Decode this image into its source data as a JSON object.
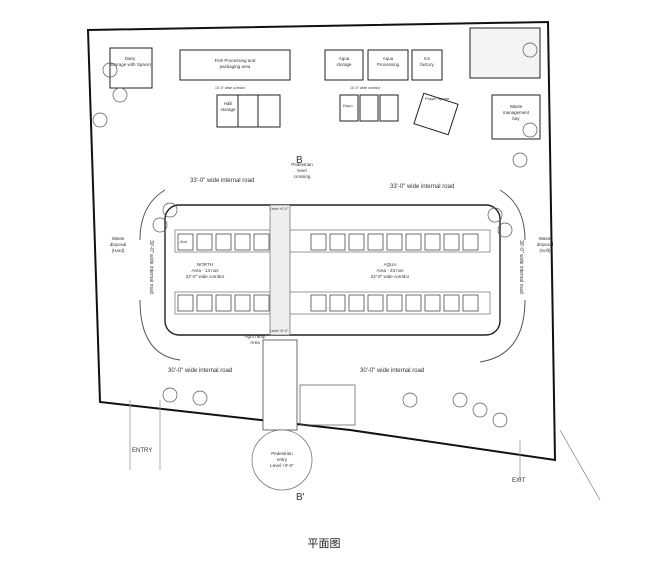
{
  "caption": "平面图",
  "section_marker": "B",
  "section_marker_bottom": "B'",
  "roads": {
    "top_left": "33'-0\" wide internal road",
    "top_right": "33'-0\" wide internal road",
    "bottom_left": "30'-0\" wide internal road",
    "bottom_right": "30'-0\" wide internal road",
    "left_vertical": "30'-0\" wide internal road",
    "right_vertical": "30'-0\" wide internal road"
  },
  "labels": {
    "entry": "ENTRY",
    "exit": "EXIT",
    "pedestrian_crossing": [
      "Pedestrian",
      "level",
      "crossing"
    ],
    "pedestrian_entry": [
      "Pedestrian",
      "entry",
      "Level +0'-0\""
    ],
    "waste_left": [
      "Waste",
      "disposal",
      "(Hard)"
    ],
    "waste_right": [
      "Waste",
      "disposal",
      "(Soft)"
    ],
    "north_block": [
      "NORTH",
      "Area - 13 nos",
      "22'-0\" wide corridor"
    ],
    "aqua_block": [
      "AQUA",
      "Area - 23 nos",
      "22'-0\" wide corridor"
    ],
    "stall_label": "Arct",
    "dairy": [
      "Dairy",
      "(Storage with Space)"
    ],
    "fish_processing": [
      "Fish Processing and",
      "packaging area"
    ],
    "aqua_storage": [
      "Aqua",
      "storage"
    ],
    "aqua_processing": [
      "Aqua",
      "Processing"
    ],
    "ice_factory": [
      "Ice",
      "factory"
    ],
    "wholesale_storage": [
      "Halli",
      "storage"
    ],
    "depo": "Depo",
    "prayer_space": "Prayer Space",
    "waste_management": [
      "Waste",
      "management",
      "bay"
    ],
    "level_top": "Level +0'-0\"",
    "level_bottom": "Level +0'-0\"",
    "ramp": [
      "Agro ramp",
      "Area"
    ],
    "corridor_top": "10'-0\" wide corridor",
    "corridor_right": "10'-0\" wide corridor"
  }
}
